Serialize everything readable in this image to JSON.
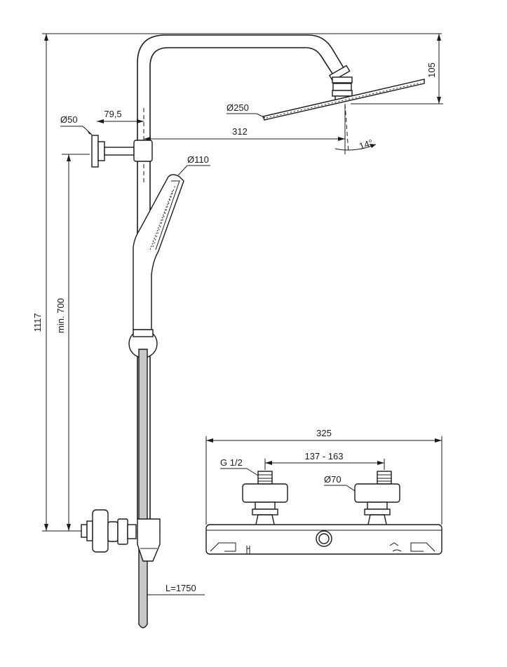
{
  "dimensions": {
    "total_height": "1117",
    "min_height": "min. 700",
    "wall_flange_diameter": "Ø50",
    "wall_offset": "79,5",
    "arm_reach": "312",
    "head_drop": "105",
    "head_diameter": "Ø250",
    "head_angle": "14°",
    "handshower_diameter": "Ø110",
    "hose_length": "L=1750",
    "mixer_width": "325",
    "inlet_spacing": "137 - 163",
    "thread": "G 1/2",
    "flange_diameter": "Ø70"
  }
}
